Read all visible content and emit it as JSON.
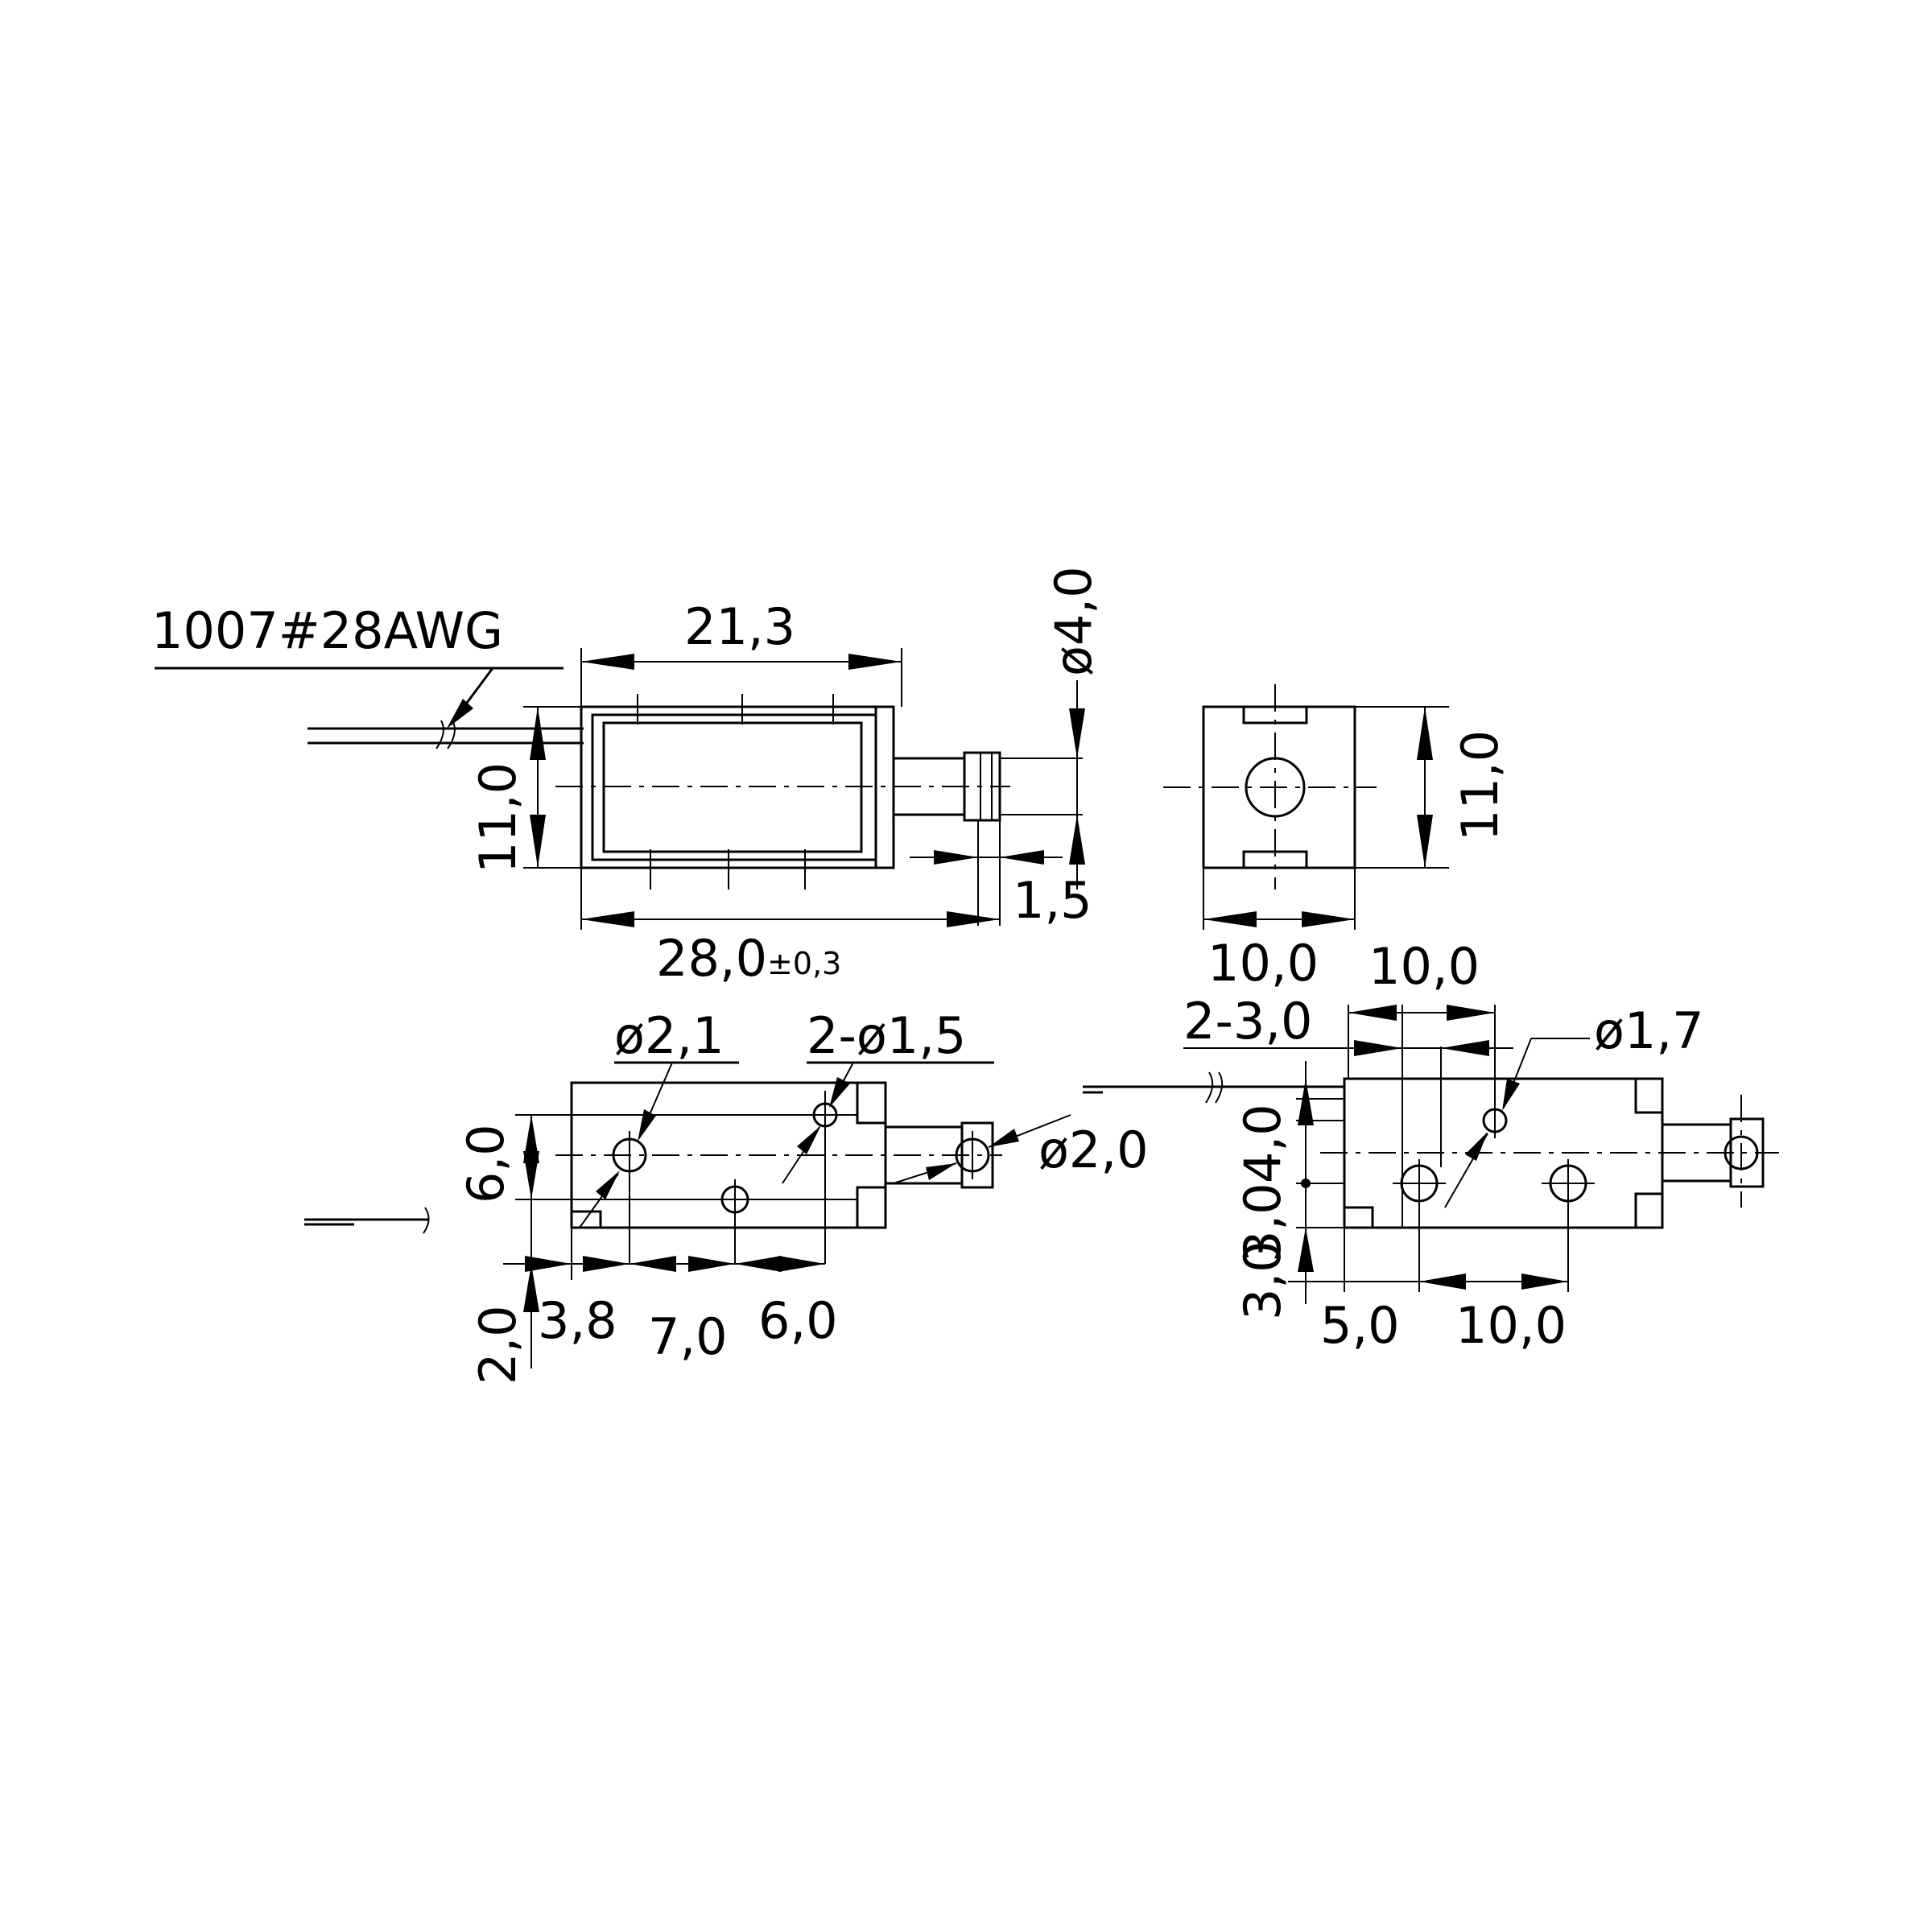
{
  "drawing": {
    "wire_spec": "1007#28AWG",
    "side_view": {
      "length_coil": "21,3",
      "height": "11,0",
      "plunger_dia": "ø4,0",
      "plunger_step": "1,5",
      "total_length": "28,0",
      "total_length_tol": "±0,3"
    },
    "end_view": {
      "width": "10,0",
      "height": "11,0"
    },
    "bottom_view": {
      "hole_dia_a": "ø2,1",
      "holes_b": "2-ø1,5",
      "plunger_hole": "ø2,0",
      "height": "6,0",
      "offset": "2,0",
      "pos_1": "3,8",
      "pos_2": "7,0",
      "pos_3": "6,0"
    },
    "top_view": {
      "width_top": "10,0",
      "holes_c": "2-3,0",
      "hole_dia_c": "ø1,7",
      "height_a": "4,0",
      "height_b": "3,0",
      "height_c": "3,0",
      "pos_1": "5,0",
      "pos_2": "10,0"
    }
  }
}
